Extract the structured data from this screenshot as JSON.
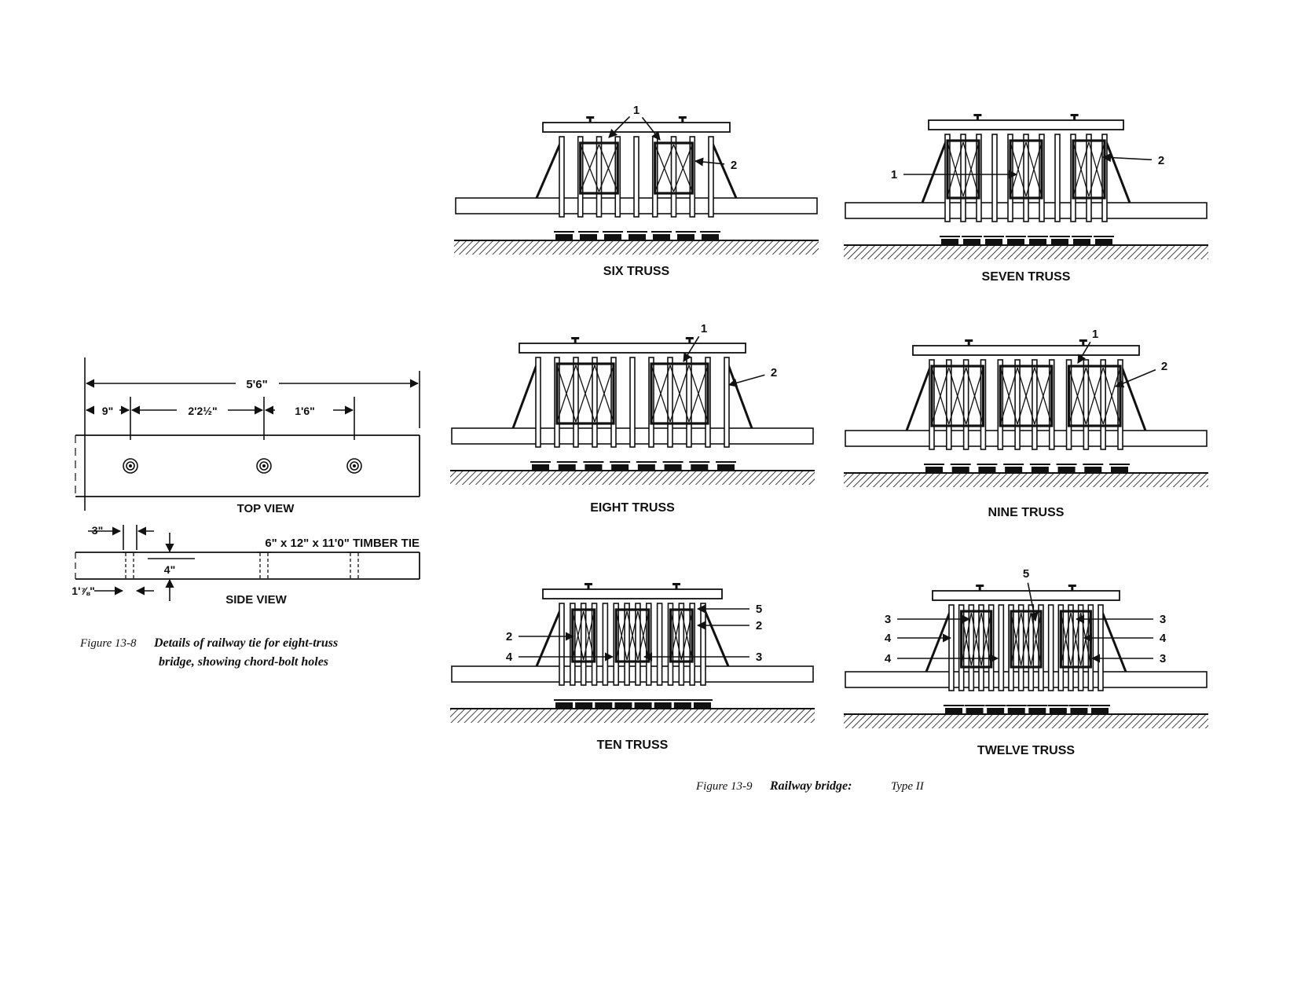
{
  "fig13_8": {
    "dim_overall": "5'6\"",
    "dim_a": "9\"",
    "dim_b": "2'2½\"",
    "dim_c": "1'6\"",
    "top_view": "TOP VIEW",
    "dim_3in": "3\"",
    "tie_spec": "6\" x 12\" x 11'0\" TIMBER TIE",
    "dim_4in": "4\"",
    "dim_1_7_8": "1'⅞\"",
    "side_view": "SIDE VIEW",
    "caption_num": "Figure 13-8",
    "caption_line1": "Details of railway tie for eight-truss",
    "caption_line2": "bridge, showing chord-bolt holes"
  },
  "fig13_9": {
    "panels": [
      {
        "title": "SIX TRUSS",
        "callouts": [
          "1",
          "2"
        ]
      },
      {
        "title": "SEVEN TRUSS",
        "callouts": [
          "1",
          "2"
        ]
      },
      {
        "title": "EIGHT TRUSS",
        "callouts": [
          "1",
          "2"
        ]
      },
      {
        "title": "NINE TRUSS",
        "callouts": [
          "1",
          "2"
        ]
      },
      {
        "title": "TEN TRUSS",
        "callouts": [
          "5",
          "2",
          "2",
          "4",
          "3"
        ]
      },
      {
        "title": "TWELVE TRUSS",
        "callouts": [
          "5",
          "3",
          "3",
          "4",
          "4",
          "4",
          "3"
        ]
      }
    ],
    "caption_num": "Figure 13-9",
    "caption_bold": "Railway bridge:",
    "caption_rest": "Type II"
  }
}
